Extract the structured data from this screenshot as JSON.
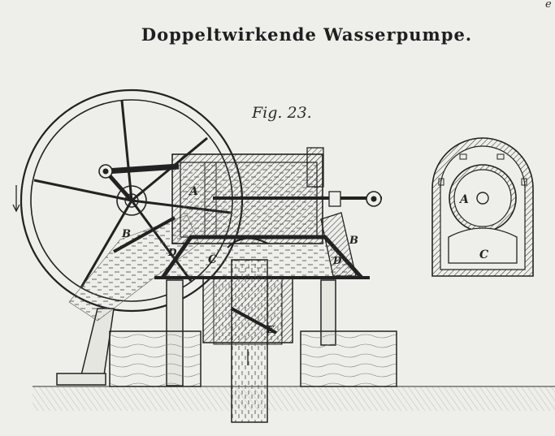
{
  "title": "Doppeltwirkende Wasserpumpe.",
  "figure_label": "Fig. 23.",
  "corner_mark": "e",
  "labels": {
    "A_main": "A",
    "B_left": "B",
    "B_right": "B",
    "C_main": "C",
    "D_left": "D",
    "D_right": "D",
    "E_main": "E",
    "A_section": "A",
    "C_section": "C"
  },
  "colors": {
    "paper": "#eeeeea",
    "ink": "#222222",
    "water_stroke": "#444444",
    "wood": "#d9d6cc"
  }
}
